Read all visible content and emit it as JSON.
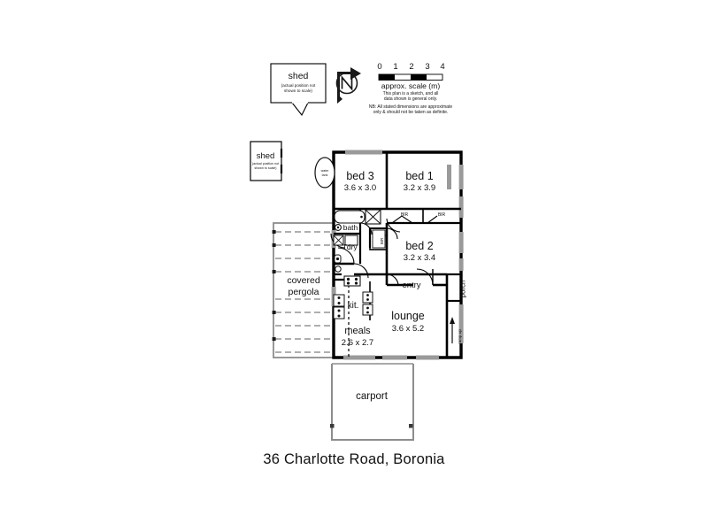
{
  "title": "36 Charlotte Road, Boronia",
  "scale": {
    "ticks": [
      "0",
      "1",
      "2",
      "3",
      "4"
    ],
    "caption": "approx. scale (m)",
    "note1": "This plan is a sketch, and all",
    "note2": "data shown is general only.",
    "note3": "NB: All stated dimensions are approximate",
    "note4": "only & should not be taken as definite."
  },
  "compass": {
    "label": "N"
  },
  "callout_shed": {
    "label": "shed",
    "note1": "(actual position not",
    "note2": "shown to scale)"
  },
  "side_shed": {
    "label": "shed",
    "note1": "(actual position not",
    "note2": "shown to scale)"
  },
  "water_tank": {
    "line1": "water",
    "line2": "tank"
  },
  "rooms": [
    {
      "name": "bed 3",
      "dim": "3.6 x 3.0"
    },
    {
      "name": "bed 1",
      "dim": "3.2 x 3.9"
    },
    {
      "name": "bed 2",
      "dim": "3.2 x 3.4"
    },
    {
      "name": "lounge",
      "dim": "3.6 x 5.2"
    },
    {
      "name": "meals",
      "dim": "2.6 x 2.7"
    }
  ],
  "labels": {
    "bath": "bath",
    "laundry": "l'dry",
    "kitchen": "kit.",
    "entry": "entry",
    "porch": "porch",
    "carport": "carport",
    "pergola_line1": "covered",
    "pergola_line2": "pergola",
    "ramp": "ramp up",
    "bir_1": "BIR",
    "bir_2": "BIR",
    "bir_3": "BIR",
    "wc": "wc"
  },
  "colors": {
    "wall": "#000000",
    "window": "#9a9a9a",
    "thin_wall": "#8d8d8d",
    "text": "#111111",
    "paper": "#ffffff"
  }
}
